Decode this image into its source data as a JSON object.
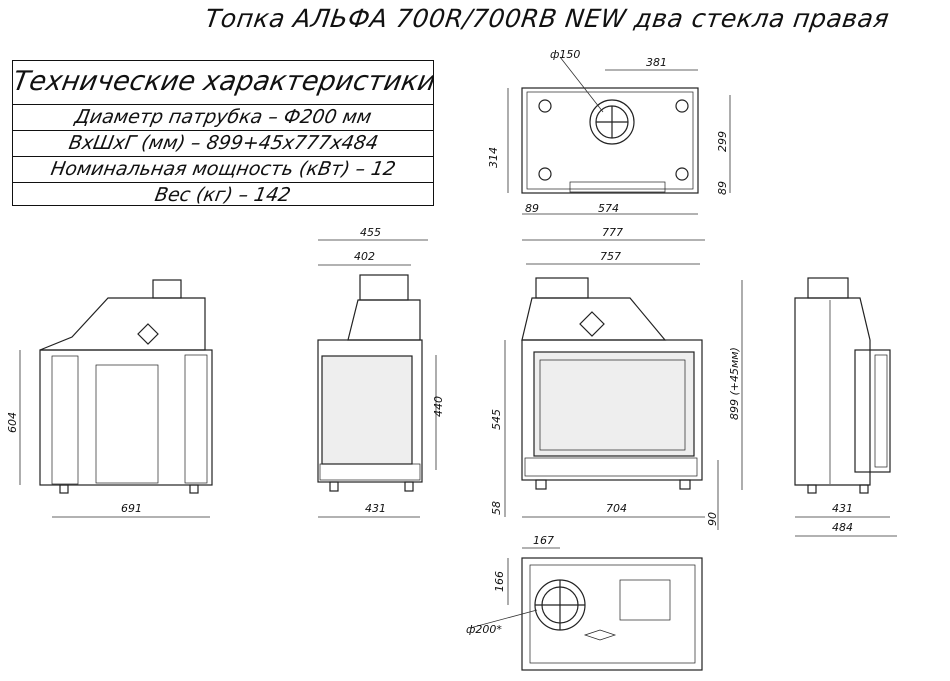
{
  "title": "Топка АЛЬФА 700R/700RB NEW два стекла правая",
  "specs": {
    "heading": "Технические характеристики",
    "rows": [
      "Диаметр патрубка – Ф200 мм",
      "ВхШхГ (мм) – 899+45х777х484",
      "Номинальная мощность (кВт) – 12",
      "Вес (кг) – 142"
    ]
  },
  "dims": {
    "top_d150": "ф150",
    "top_381": "381",
    "top_314": "314",
    "top_299": "299",
    "top_89r": "89",
    "top_89l": "89",
    "top_574": "574",
    "side_604": "604",
    "side_691": "691",
    "front_455": "455",
    "front_402": "402",
    "front_440": "440",
    "front_431": "431",
    "main_777": "777",
    "main_757": "757",
    "main_545": "545",
    "main_58": "58",
    "main_704": "704",
    "main_899": "899 (+45мм)",
    "main_90": "90",
    "right_431": "431",
    "right_484": "484",
    "bot_167": "167",
    "bot_166": "166",
    "bot_d200": "ф200*"
  }
}
